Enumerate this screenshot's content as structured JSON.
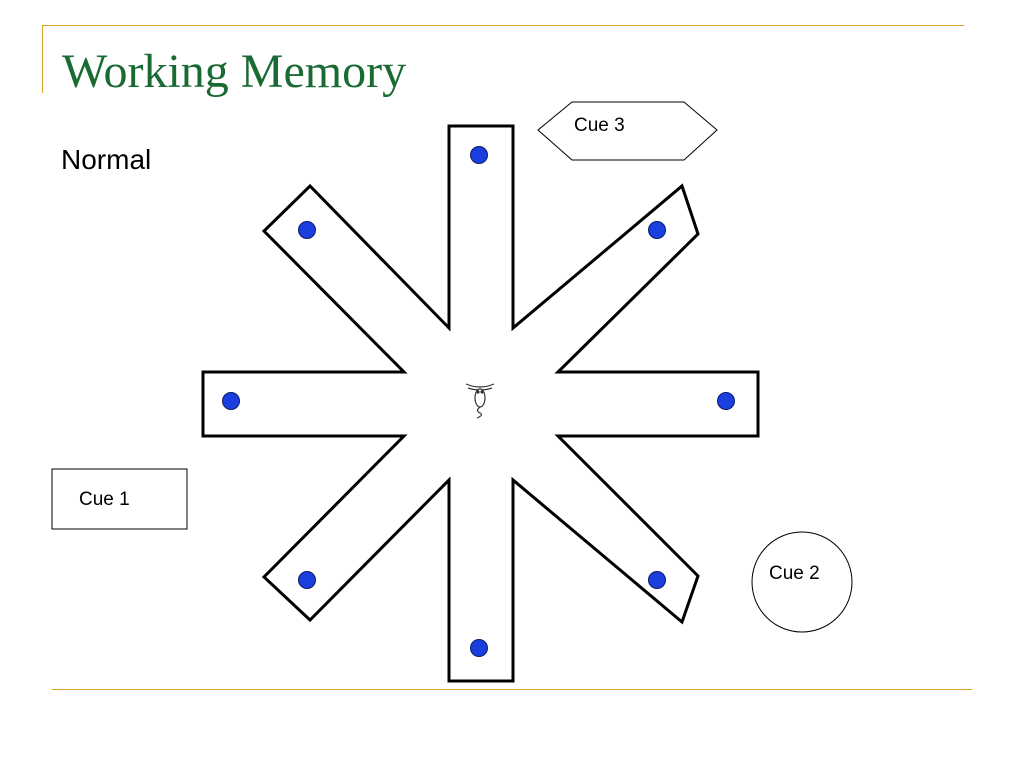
{
  "slide": {
    "title": "Working Memory",
    "subtitle": "Normal"
  },
  "cues": {
    "cue1": {
      "label": "Cue 1",
      "shape": "rectangle"
    },
    "cue2": {
      "label": "Cue 2",
      "shape": "circle"
    },
    "cue3": {
      "label": "Cue 3",
      "shape": "hexagon"
    }
  },
  "maze": {
    "type": "radial-arm-maze",
    "arm_count": 8,
    "food_marker_color": "#1b3ede",
    "center_icon": "rat-icon"
  },
  "colors": {
    "title": "#1a6b33",
    "accent_rule": "#d9a520"
  }
}
